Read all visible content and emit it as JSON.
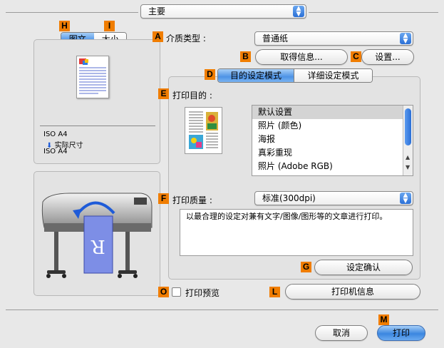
{
  "main_popup": {
    "value": "主要"
  },
  "markers": {
    "A": "A",
    "B": "B",
    "C": "C",
    "D": "D",
    "E": "E",
    "F": "F",
    "G": "G",
    "H": "H",
    "I": "I",
    "L": "L",
    "M": "M",
    "O": "O"
  },
  "left_tabs": {
    "tab1": "图文",
    "tab2": "大小"
  },
  "paper_info": {
    "line1": "ISO A4",
    "line2": "实际尺寸",
    "line3": "ISO A4"
  },
  "media_type": {
    "label": "介质类型 :",
    "value": "普通纸"
  },
  "buttons": {
    "get_info": "取得信息...",
    "settings": "设置...",
    "confirm_settings": "设定确认",
    "printer_info": "打印机信息",
    "cancel": "取消",
    "print": "打印"
  },
  "mode_tabs": {
    "tab1": "目的设定模式",
    "tab2": "详细设定模式"
  },
  "print_purpose": {
    "label": "打印目的 :",
    "items": [
      "默认设置",
      "照片 (颜色)",
      "海报",
      "真彩重现",
      "照片 (Adobe RGB)"
    ],
    "selected_index": 0
  },
  "print_quality": {
    "label": "打印质量 :",
    "value": "标准(300dpi)",
    "description": "以最合理的设定对兼有文字/图像/图形等的文章进行打印。"
  },
  "print_preview": {
    "label": "打印预览",
    "checked": false
  },
  "colors": {
    "marker": "#f07d00",
    "accent_blue": "#3b86e0"
  }
}
